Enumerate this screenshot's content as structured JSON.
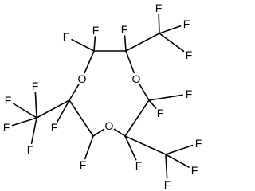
{
  "molecule": {
    "ring_oxygens": [
      {
        "id": "o1",
        "label": "O"
      },
      {
        "id": "o2",
        "label": "O"
      },
      {
        "id": "o3",
        "label": "O"
      }
    ],
    "fluorines": [
      {
        "id": "f1",
        "label": "F"
      },
      {
        "id": "f2",
        "label": "F"
      },
      {
        "id": "f3",
        "label": "F"
      },
      {
        "id": "f4",
        "label": "F"
      },
      {
        "id": "f5",
        "label": "F"
      },
      {
        "id": "f6",
        "label": "F"
      },
      {
        "id": "f7",
        "label": "F"
      },
      {
        "id": "f8",
        "label": "F"
      },
      {
        "id": "f9",
        "label": "F"
      },
      {
        "id": "f10",
        "label": "F"
      },
      {
        "id": "f11",
        "label": "F"
      },
      {
        "id": "f12",
        "label": "F"
      },
      {
        "id": "f13",
        "label": "F"
      },
      {
        "id": "f14",
        "label": "F"
      },
      {
        "id": "f15",
        "label": "F"
      },
      {
        "id": "f16",
        "label": "F"
      },
      {
        "id": "f17",
        "label": "F"
      },
      {
        "id": "f18",
        "label": "F"
      }
    ],
    "colors": {
      "bond": "#000000",
      "label": "#000000",
      "background": "#ffffff"
    }
  }
}
